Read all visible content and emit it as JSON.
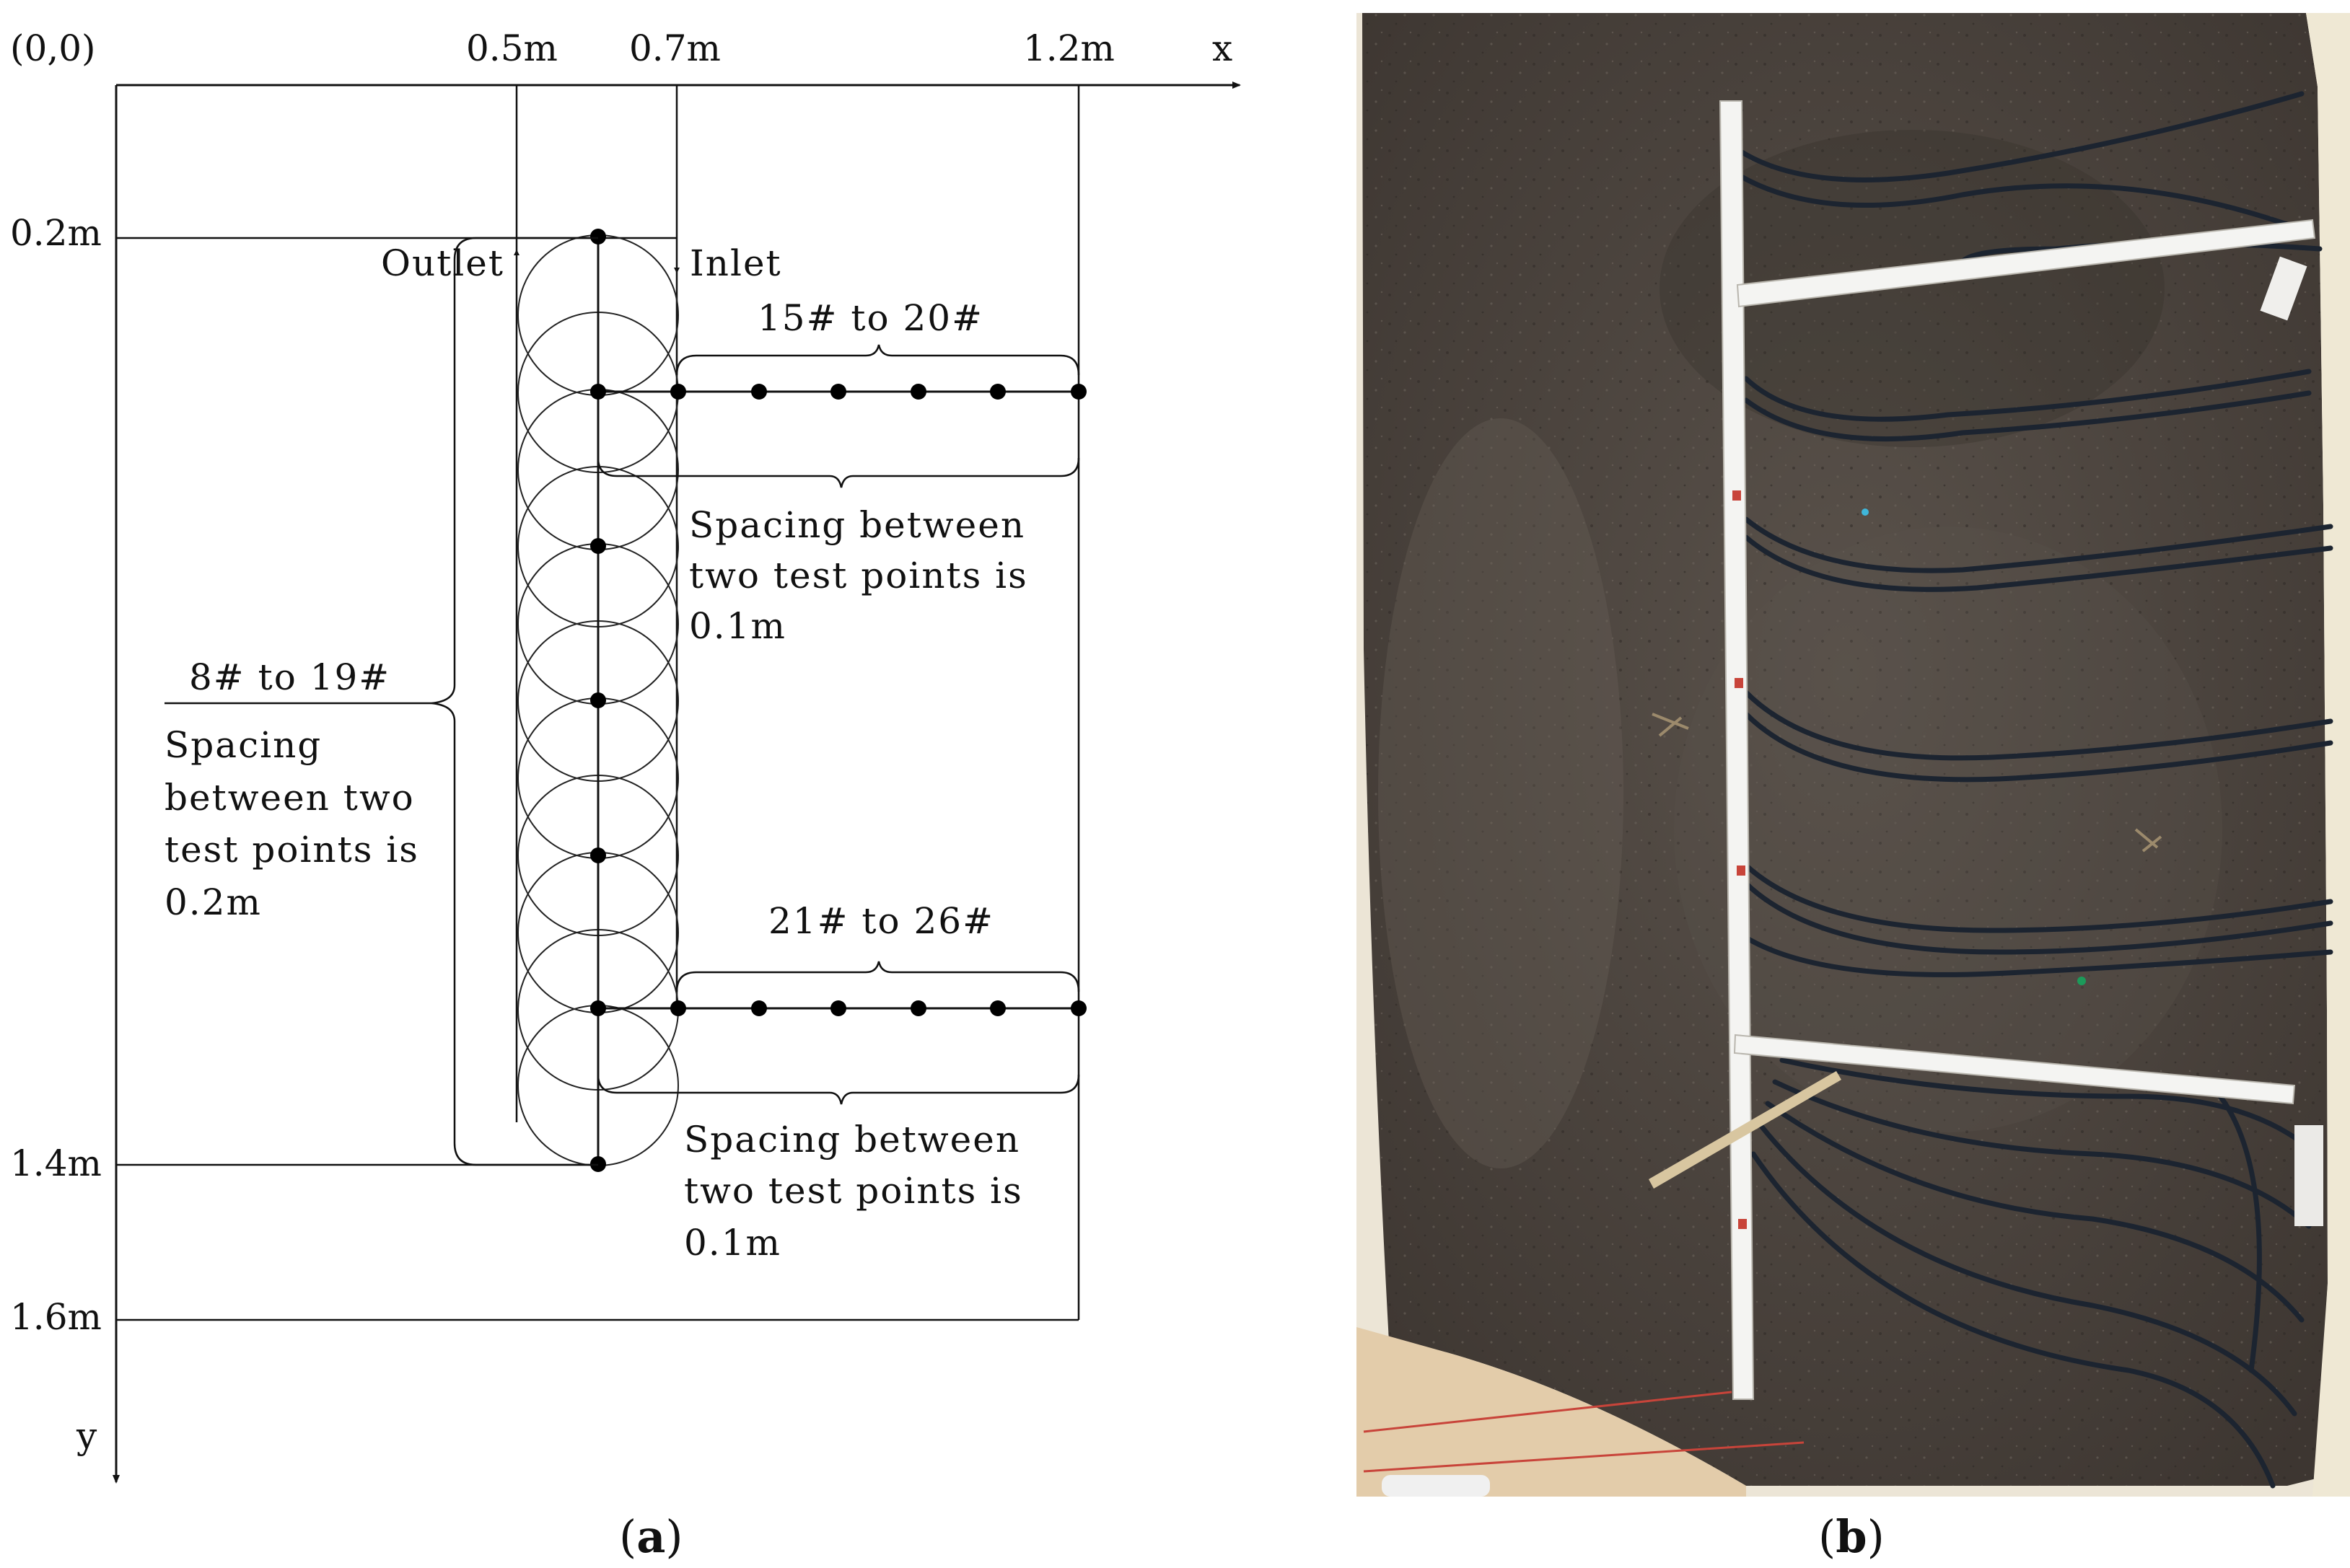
{
  "panel_a": {
    "origin_label": "(0,0)",
    "x_axis_label": "x",
    "y_axis_label": "y",
    "x_ticks": [
      "0.5m",
      "0.7m",
      "1.2m"
    ],
    "y_ticks": [
      "0.2m",
      "1.4m",
      "1.6m"
    ],
    "outlet_label": "Outlet",
    "inlet_label": "Inlet",
    "group_top": {
      "range": "15# to 20#",
      "spacing_lines": [
        "Spacing between",
        "two test points is",
        "0.1m"
      ]
    },
    "group_bottom": {
      "range": "21# to 26#",
      "spacing_lines": [
        "Spacing between",
        "two test points is",
        "0.1m"
      ]
    },
    "group_vertical": {
      "range": "8# to 19#",
      "spacing_lines": [
        "Spacing",
        "between two",
        "test points is",
        "0.2m"
      ]
    },
    "caption": {
      "open": "(",
      "letter": "a",
      "close": ")"
    }
  },
  "panel_b": {
    "caption": {
      "open": "(",
      "letter": "b",
      "close": ")"
    },
    "colors": {
      "soil": "#4d4640",
      "soil_dark": "#3a3430",
      "wall": "#efe9dc",
      "pipe": "#f4f4f2",
      "cable": "#1c2430",
      "wood": "#e6d2b4",
      "marker": "#c8443a"
    }
  }
}
